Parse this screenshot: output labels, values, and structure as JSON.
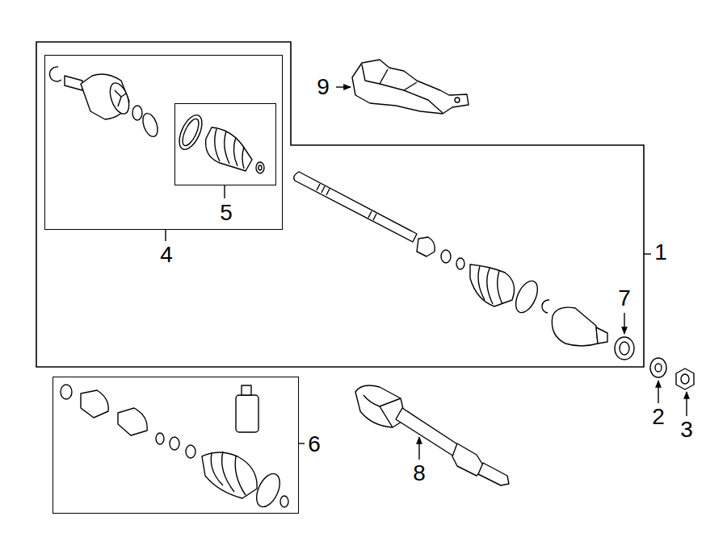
{
  "diagram": {
    "nodes": [
      {
        "text": [
          "1"
        ]
      },
      {
        "text": [
          "4"
        ],
        "in": 0
      },
      {
        "text": [
          "5"
        ],
        "in": 1
      },
      {
        "text": [
          "6"
        ]
      }
    ],
    "labels": [
      "9",
      "7",
      "2",
      "3",
      "8"
    ]
  }
}
